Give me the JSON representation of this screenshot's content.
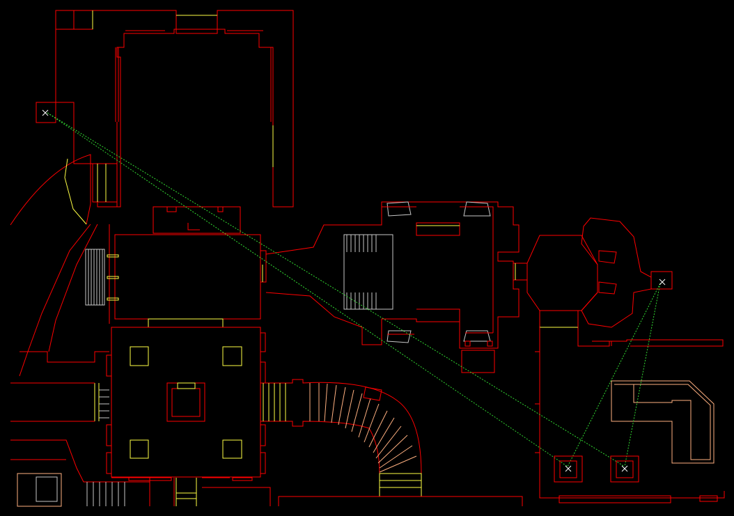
{
  "map": {
    "background": "#000000",
    "colors": {
      "wall": "#ff0000",
      "step": "#ffff44",
      "stair": "#ffb080",
      "trim": "#c8c8c8",
      "teleport_line": "#33dd33",
      "marker": "#ffffff"
    },
    "markers": [
      {
        "name": "marker-northwest",
        "icon": "x-marker-icon"
      },
      {
        "name": "marker-east",
        "icon": "x-marker-icon"
      },
      {
        "name": "marker-south-left",
        "icon": "x-marker-icon"
      },
      {
        "name": "marker-south-right",
        "icon": "x-marker-icon"
      }
    ]
  }
}
